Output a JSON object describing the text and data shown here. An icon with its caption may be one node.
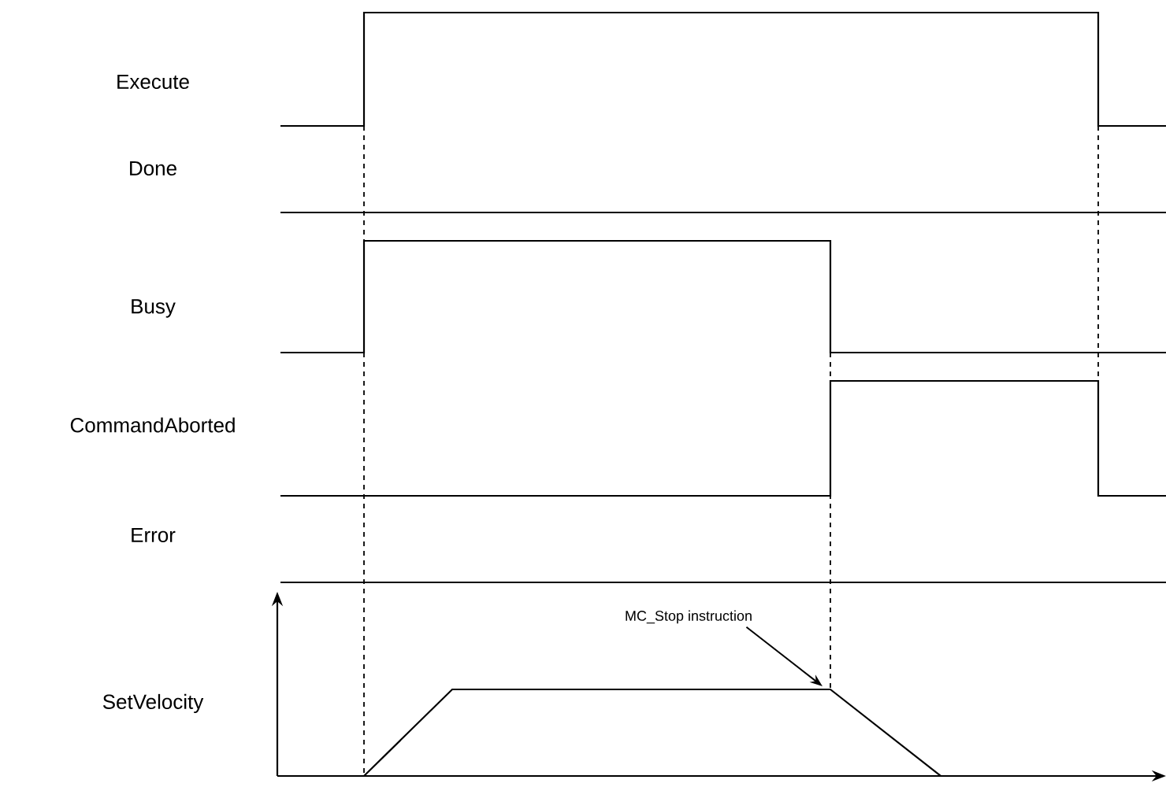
{
  "diagram": {
    "nodes": [
      {
        "text": [
          "MC_Stop instruction"
        ]
      },
      {
        "text": [],
        "shape": "line"
      }
    ],
    "edges": [
      {
        "from": 0,
        "to": 1,
        "arrow": "to"
      }
    ],
    "labels": [
      "Execute",
      "Done",
      "Busy",
      "CommandAborted",
      "Error",
      "SetVelocity"
    ]
  }
}
